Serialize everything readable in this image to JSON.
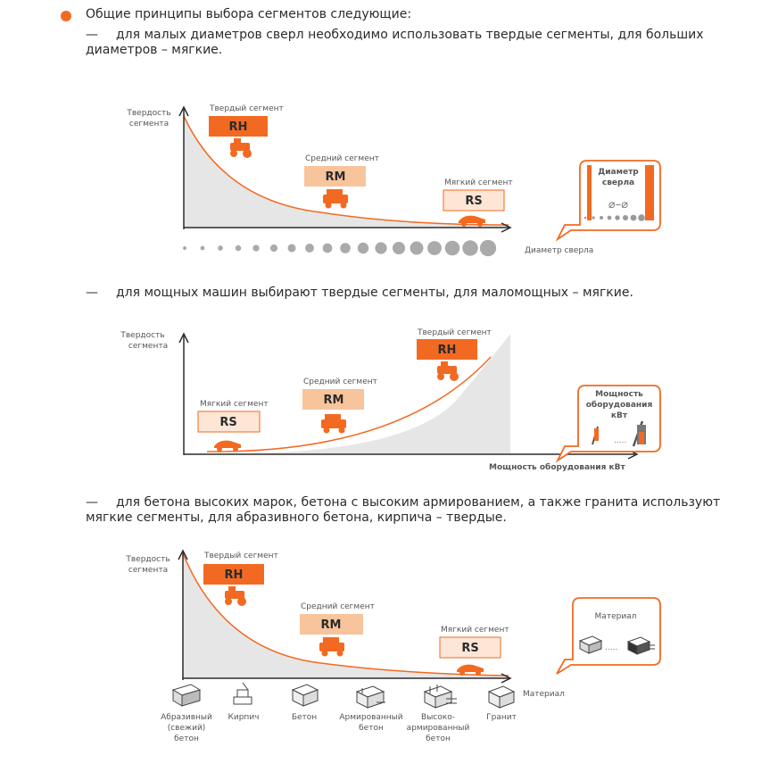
{
  "intro": "Общие принципы выбора сегментов следующие:",
  "rule1": {
    "dash": "—",
    "line1": "для малых диаметров сверл необходимо использовать твердые сегменты, для больших",
    "line2": "диаметров – мягкие."
  },
  "rule2": {
    "dash": "—",
    "line1": "для мощных машин выбирают твердые сегменты, для маломощных – мягкие."
  },
  "rule3": {
    "dash": "—",
    "line1": "для бетона высоких марок, бетона с высоким армированием, а также гранита используют",
    "line2": "мягкие сегменты, для абразивного бетона, кирпича – твердые."
  },
  "colors": {
    "accent": "#f26a21",
    "hard": "#f26a21",
    "medium": "#f7c49c",
    "soft": "#fde6d6",
    "curve": "#f26a21",
    "area": "#e6e6e6"
  },
  "chart1": {
    "ylabel1": "Твердость",
    "ylabel2": "сегмента",
    "hard_caption": "Твердый сегмент",
    "hard_code": "RH",
    "medium_caption": "Средний сегмент",
    "medium_code": "RM",
    "soft_caption": "Мягкий сегмент",
    "soft_code": "RS",
    "xlabel": "Диаметр сверла",
    "callout_line1": "Диаметр",
    "callout_line2": "сверла",
    "callout_symbols": "⌀–⌀"
  },
  "chart2": {
    "ylabel1": "Твердость",
    "ylabel2": "сегмента",
    "soft_caption": "Мягкий сегмент",
    "soft_code": "RS",
    "medium_caption": "Средний сегмент",
    "medium_code": "RM",
    "hard_caption": "Твердый сегмент",
    "hard_code": "RH",
    "xlabel": "Мощность оборудования кВт",
    "callout_line1": "Мощность",
    "callout_line2": "оборудования",
    "callout_line3": "кВт"
  },
  "chart3": {
    "ylabel1": "Твердость",
    "ylabel2": "сегмента",
    "hard_caption": "Твердый сегмент",
    "hard_code": "RH",
    "medium_caption": "Средний сегмент",
    "medium_code": "RM",
    "soft_caption": "Мягкий сегмент",
    "soft_code": "RS",
    "xlabel": "Материал",
    "callout_line1": "Материал",
    "materials": [
      {
        "icon": "abrasive-concrete-icon",
        "lines": [
          "Абразивный",
          "(свежий)",
          "бетон"
        ]
      },
      {
        "icon": "brick-icon",
        "lines": [
          "Кирпич"
        ]
      },
      {
        "icon": "concrete-icon",
        "lines": [
          "Бетон"
        ]
      },
      {
        "icon": "reinforced-concrete-icon",
        "lines": [
          "Армированный",
          "бетон"
        ]
      },
      {
        "icon": "highly-reinforced-concrete-icon",
        "lines": [
          "Высоко-",
          "армированный",
          "бетон"
        ]
      },
      {
        "icon": "granite-icon",
        "lines": [
          "Гранит"
        ]
      }
    ]
  }
}
